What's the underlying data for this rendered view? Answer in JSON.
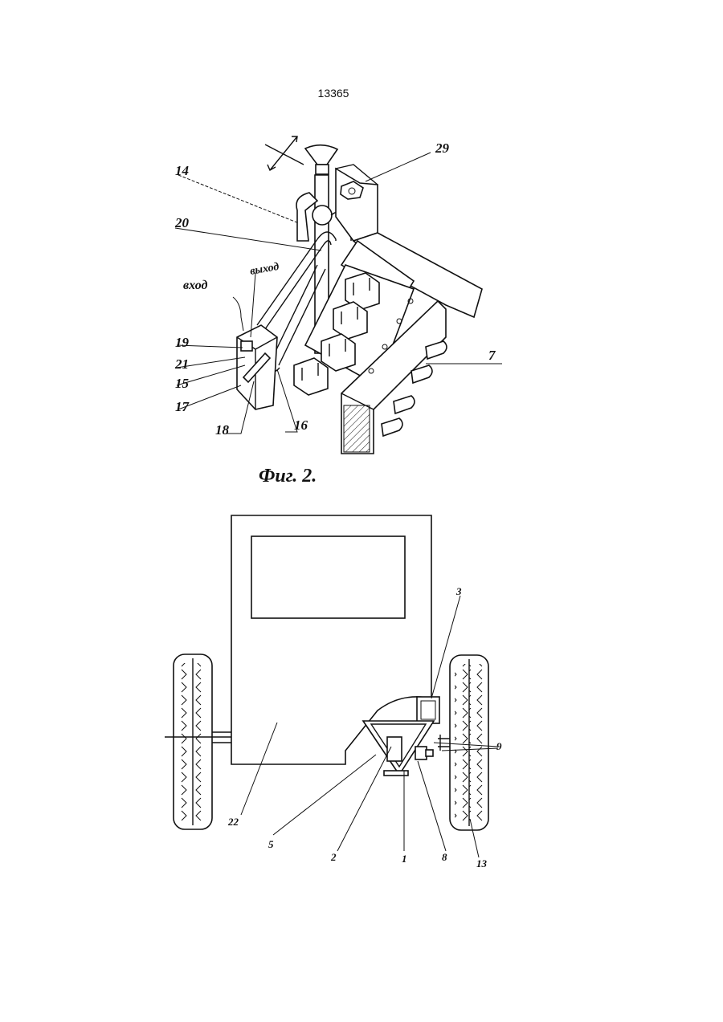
{
  "page_number": "13365",
  "figure2": {
    "caption": "Фиг. 2.",
    "labels": {
      "l14": "14",
      "l20": "20",
      "l29": "29",
      "l7": "7",
      "vhod": "вход",
      "vyhod": "выход",
      "l19": "19",
      "l21": "21",
      "l15": "15",
      "l17": "17",
      "l18": "18",
      "l16": "16"
    }
  },
  "figure3": {
    "labels": {
      "l3": "3",
      "l9": "9",
      "l22": "22",
      "l5": "5",
      "l2": "2",
      "l1": "1",
      "l8": "8",
      "l13": "13"
    }
  }
}
